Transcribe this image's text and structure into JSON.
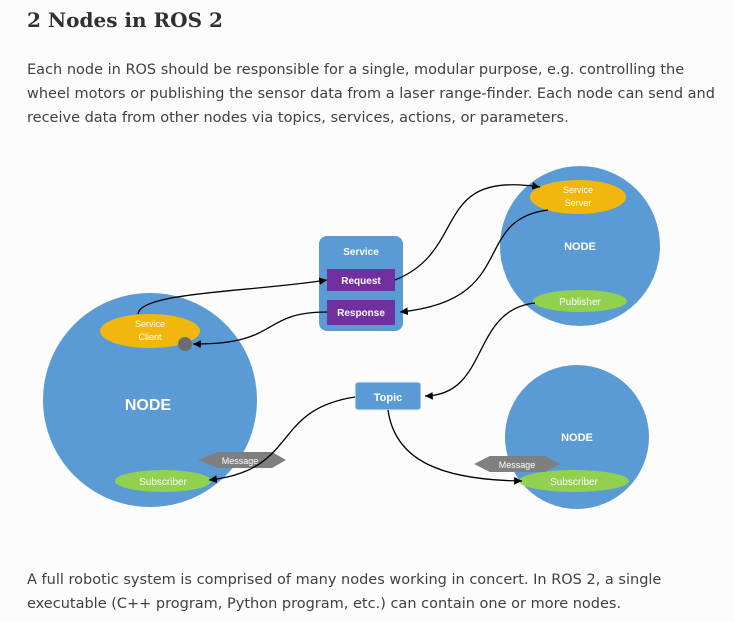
{
  "heading": "2 Nodes in ROS 2",
  "intro": "Each node in ROS should be responsible for a single, modular purpose, e.g. controlling the wheel motors or publishing the sensor data from a laser range-finder. Each node can send and receive data from other nodes via topics, services, actions, or parameters.",
  "diagram": {
    "big_node_label": "NODE",
    "top_node_label": "NODE",
    "bottom_node_label": "NODE",
    "service_client": [
      "Service",
      "Client"
    ],
    "service_server": [
      "Service",
      "Server"
    ],
    "service_box_label": "Service",
    "request_label": "Request",
    "response_label": "Response",
    "topic_label": "Topic",
    "publisher_label": "Publisher",
    "subscriber_left_label": "Subscriber",
    "subscriber_right_label": "Subscriber",
    "message_left_label": "Message",
    "message_right_label": "Message",
    "colors": {
      "node_blue": "#5b9bd5",
      "client_yellow": "#f2b70f",
      "green": "#92d050",
      "purple": "#7030a0",
      "message_gray": "#7f7f7f"
    }
  },
  "outro": "A full robotic system is comprised of many nodes working in concert. In ROS 2, a single executable (C++ program, Python program, etc.) can contain one or more nodes."
}
